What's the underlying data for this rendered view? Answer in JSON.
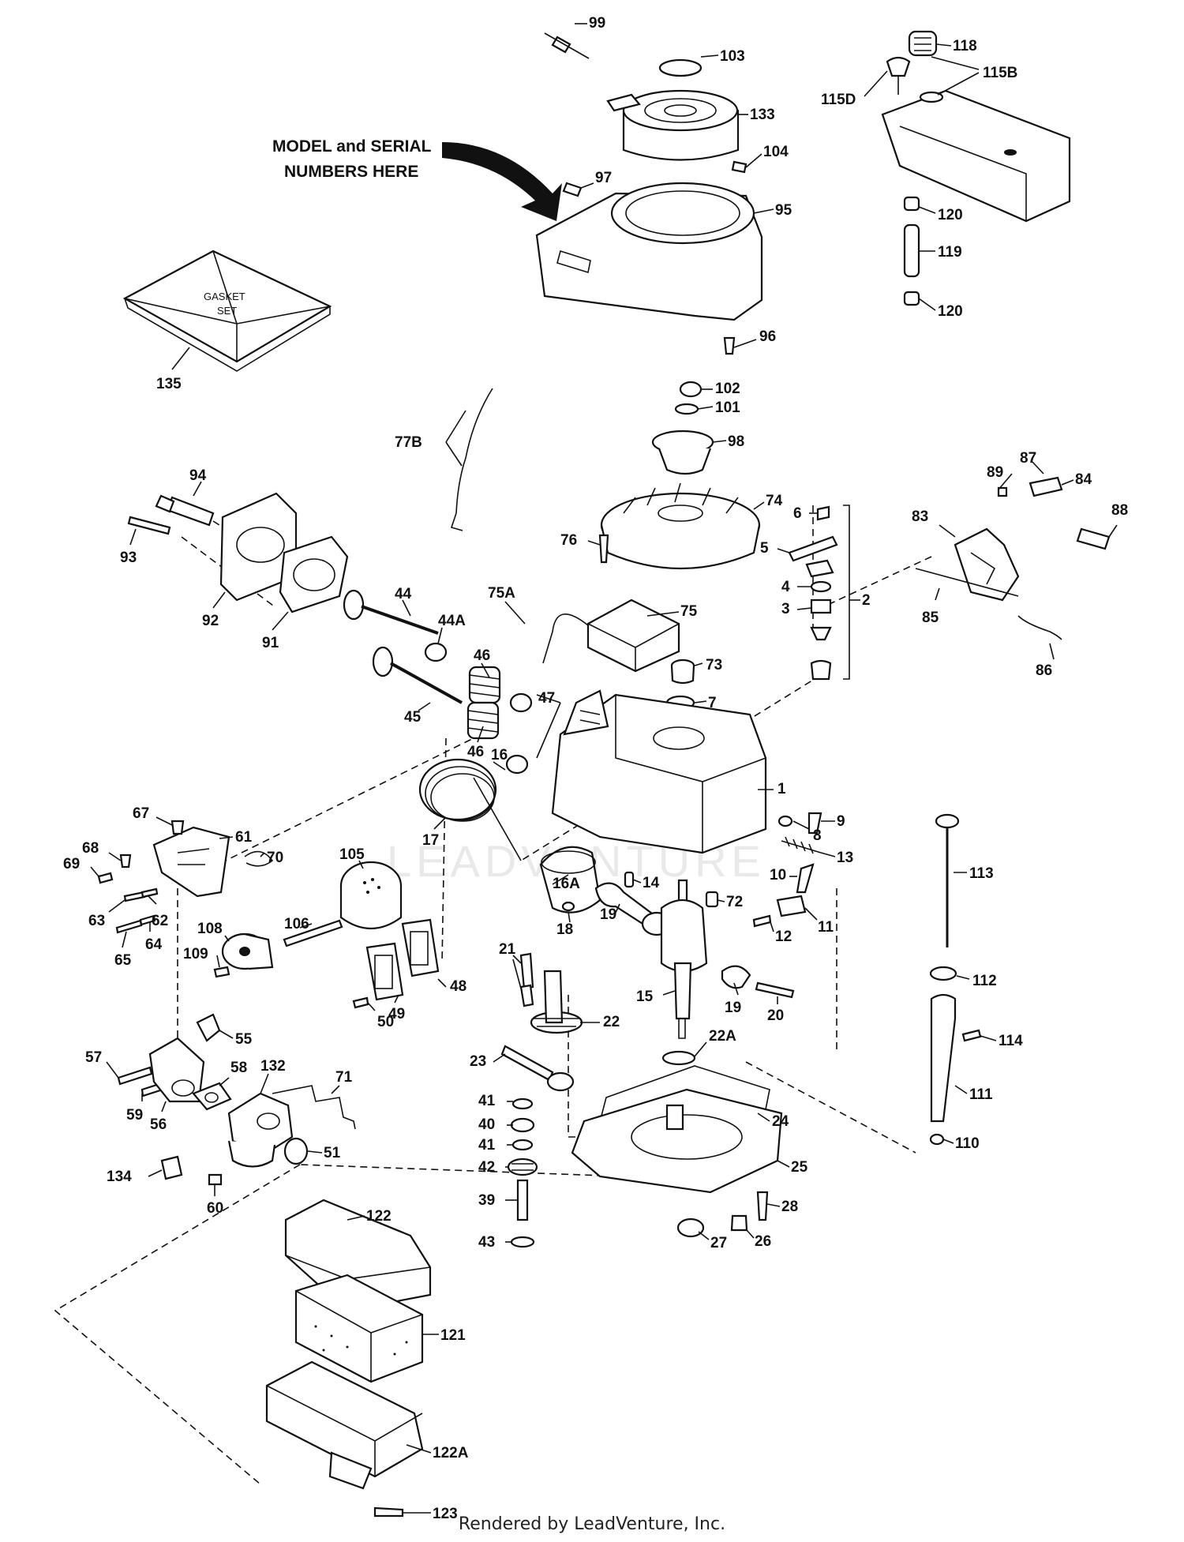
{
  "diagram": {
    "callout_lines": [
      "MODEL and SERIAL",
      "NUMBERS HERE"
    ],
    "gasket_text": [
      "GASKET",
      "SET"
    ],
    "watermark": "LEADVENTURE",
    "footer": "Rendered by LeadVenture, Inc.",
    "accent_color": "#111111",
    "parts": [
      {
        "id": "p99",
        "label": "99"
      },
      {
        "id": "p103",
        "label": "103"
      },
      {
        "id": "p133",
        "label": "133"
      },
      {
        "id": "p104",
        "label": "104"
      },
      {
        "id": "p97",
        "label": "97"
      },
      {
        "id": "p95",
        "label": "95"
      },
      {
        "id": "p96",
        "label": "96"
      },
      {
        "id": "p118",
        "label": "118"
      },
      {
        "id": "p115B",
        "label": "115B"
      },
      {
        "id": "p115D",
        "label": "115D"
      },
      {
        "id": "p120a",
        "label": "120"
      },
      {
        "id": "p119",
        "label": "119"
      },
      {
        "id": "p120b",
        "label": "120"
      },
      {
        "id": "p135",
        "label": "135"
      },
      {
        "id": "p102",
        "label": "102"
      },
      {
        "id": "p101",
        "label": "101"
      },
      {
        "id": "p98",
        "label": "98"
      },
      {
        "id": "p77B",
        "label": "77B"
      },
      {
        "id": "p74",
        "label": "74"
      },
      {
        "id": "p76",
        "label": "76"
      },
      {
        "id": "p6",
        "label": "6"
      },
      {
        "id": "p5",
        "label": "5"
      },
      {
        "id": "p4",
        "label": "4"
      },
      {
        "id": "p3",
        "label": "3"
      },
      {
        "id": "p2",
        "label": "2"
      },
      {
        "id": "p89",
        "label": "89"
      },
      {
        "id": "p87",
        "label": "87"
      },
      {
        "id": "p84",
        "label": "84"
      },
      {
        "id": "p88",
        "label": "88"
      },
      {
        "id": "p83",
        "label": "83"
      },
      {
        "id": "p85",
        "label": "85"
      },
      {
        "id": "p86",
        "label": "86"
      },
      {
        "id": "p94",
        "label": "94"
      },
      {
        "id": "p93",
        "label": "93"
      },
      {
        "id": "p92",
        "label": "92"
      },
      {
        "id": "p91",
        "label": "91"
      },
      {
        "id": "p44",
        "label": "44"
      },
      {
        "id": "p44A",
        "label": "44A"
      },
      {
        "id": "p75A",
        "label": "75A"
      },
      {
        "id": "p75",
        "label": "75"
      },
      {
        "id": "p46a",
        "label": "46"
      },
      {
        "id": "p73",
        "label": "73"
      },
      {
        "id": "p7",
        "label": "7"
      },
      {
        "id": "p45",
        "label": "45"
      },
      {
        "id": "p47",
        "label": "47"
      },
      {
        "id": "p46b",
        "label": "46"
      },
      {
        "id": "p1",
        "label": "1"
      },
      {
        "id": "p16",
        "label": "16"
      },
      {
        "id": "p17",
        "label": "17"
      },
      {
        "id": "p9",
        "label": "9"
      },
      {
        "id": "p8",
        "label": "8"
      },
      {
        "id": "p13",
        "label": "13"
      },
      {
        "id": "p113",
        "label": "113"
      },
      {
        "id": "p67",
        "label": "67"
      },
      {
        "id": "p61",
        "label": "61"
      },
      {
        "id": "p68",
        "label": "68"
      },
      {
        "id": "p70",
        "label": "70"
      },
      {
        "id": "p69",
        "label": "69"
      },
      {
        "id": "p105",
        "label": "105"
      },
      {
        "id": "p14",
        "label": "14"
      },
      {
        "id": "p10",
        "label": "10"
      },
      {
        "id": "p63",
        "label": "63"
      },
      {
        "id": "p62",
        "label": "62"
      },
      {
        "id": "p16A",
        "label": "16A"
      },
      {
        "id": "p72",
        "label": "72"
      },
      {
        "id": "p11",
        "label": "11"
      },
      {
        "id": "p12",
        "label": "12"
      },
      {
        "id": "p65",
        "label": "65"
      },
      {
        "id": "p64",
        "label": "64"
      },
      {
        "id": "p106",
        "label": "106"
      },
      {
        "id": "p18",
        "label": "18"
      },
      {
        "id": "p19a",
        "label": "19"
      },
      {
        "id": "p108",
        "label": "108"
      },
      {
        "id": "p109",
        "label": "109"
      },
      {
        "id": "p21",
        "label": "21"
      },
      {
        "id": "p48",
        "label": "48"
      },
      {
        "id": "p49",
        "label": "49"
      },
      {
        "id": "p50",
        "label": "50"
      },
      {
        "id": "p15",
        "label": "15"
      },
      {
        "id": "p19b",
        "label": "19"
      },
      {
        "id": "p20",
        "label": "20"
      },
      {
        "id": "p112",
        "label": "112"
      },
      {
        "id": "p22",
        "label": "22"
      },
      {
        "id": "p22A",
        "label": "22A"
      },
      {
        "id": "p114",
        "label": "114"
      },
      {
        "id": "p55",
        "label": "55"
      },
      {
        "id": "p23",
        "label": "23"
      },
      {
        "id": "p57",
        "label": "57"
      },
      {
        "id": "p58",
        "label": "58"
      },
      {
        "id": "p132",
        "label": "132"
      },
      {
        "id": "p71",
        "label": "71"
      },
      {
        "id": "p41a",
        "label": "41"
      },
      {
        "id": "p111",
        "label": "111"
      },
      {
        "id": "p59",
        "label": "59"
      },
      {
        "id": "p56",
        "label": "56"
      },
      {
        "id": "p40",
        "label": "40"
      },
      {
        "id": "p24",
        "label": "24"
      },
      {
        "id": "p41b",
        "label": "41"
      },
      {
        "id": "p51",
        "label": "51"
      },
      {
        "id": "p110",
        "label": "110"
      },
      {
        "id": "p25",
        "label": "25"
      },
      {
        "id": "p42",
        "label": "42"
      },
      {
        "id": "p134",
        "label": "134"
      },
      {
        "id": "p60",
        "label": "60"
      },
      {
        "id": "p39",
        "label": "39"
      },
      {
        "id": "p28",
        "label": "28"
      },
      {
        "id": "p43",
        "label": "43"
      },
      {
        "id": "p27",
        "label": "27"
      },
      {
        "id": "p26",
        "label": "26"
      },
      {
        "id": "p122",
        "label": "122"
      },
      {
        "id": "p121",
        "label": "121"
      },
      {
        "id": "p122A",
        "label": "122A"
      },
      {
        "id": "p123",
        "label": "123"
      }
    ]
  }
}
